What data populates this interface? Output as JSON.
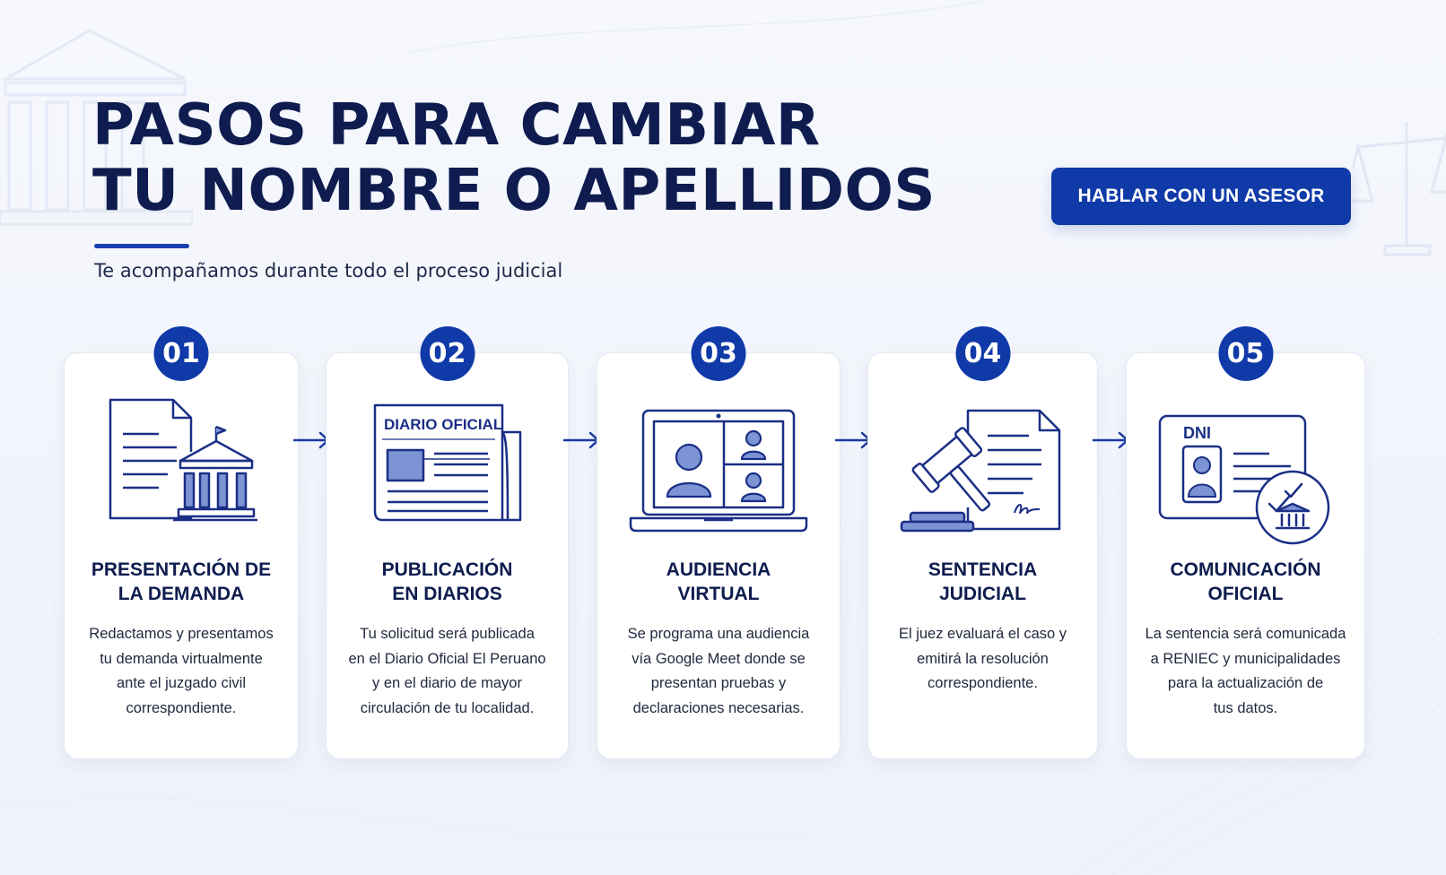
{
  "header": {
    "title_lines": [
      "PASOS PARA CAMBIAR",
      "TU NOMBRE O APELLIDOS"
    ],
    "subtitle": "Te acompañamos durante todo el proceso judicial",
    "cta_label": "HABLAR CON UN ASESOR"
  },
  "steps": [
    {
      "number": "01",
      "title_lines": [
        "PRESENTACIÓN DE",
        "LA DEMANDA"
      ],
      "desc_lines": [
        "Redactamos y presentamos",
        "tu demanda virtualmente",
        "ante el juzgado civil",
        "correspondiente."
      ],
      "icon": "document-courthouse-icon"
    },
    {
      "number": "02",
      "title_lines": [
        "PUBLICACIÓN",
        "EN DIARIOS"
      ],
      "desc_lines": [
        "Tu solicitud será publicada",
        "en el Diario Oficial El Peruano",
        "y en el diario de mayor",
        "circulación de tu localidad."
      ],
      "icon": "newspaper-icon",
      "icon_text": "DIARIO OFICIAL"
    },
    {
      "number": "03",
      "title_lines": [
        "AUDIENCIA",
        "VIRTUAL"
      ],
      "desc_lines": [
        "Se programa una audiencia",
        "vía Google Meet donde se",
        "presentan pruebas y",
        "declaraciones necesarias."
      ],
      "icon": "laptop-video-call-icon"
    },
    {
      "number": "04",
      "title_lines": [
        "SENTENCIA",
        "JUDICIAL"
      ],
      "desc_lines": [
        "El juez evaluará el caso y",
        "emitirá la resolución",
        "correspondiente."
      ],
      "icon": "gavel-document-icon"
    },
    {
      "number": "05",
      "title_lines": [
        "COMUNICACIÓN",
        "OFICIAL"
      ],
      "desc_lines": [
        "La sentencia será comunicada",
        "a RENIEC y municipalidades",
        "para la actualización de",
        "tus datos."
      ],
      "icon": "id-card-verified-icon",
      "icon_text": "DNI"
    }
  ],
  "colors": {
    "primary": "#0f3aa8",
    "navy": "#0e1c4f",
    "icon_stroke": "#1b2f86",
    "icon_fill": "#7c93d4",
    "background": "#f3f6fc"
  }
}
